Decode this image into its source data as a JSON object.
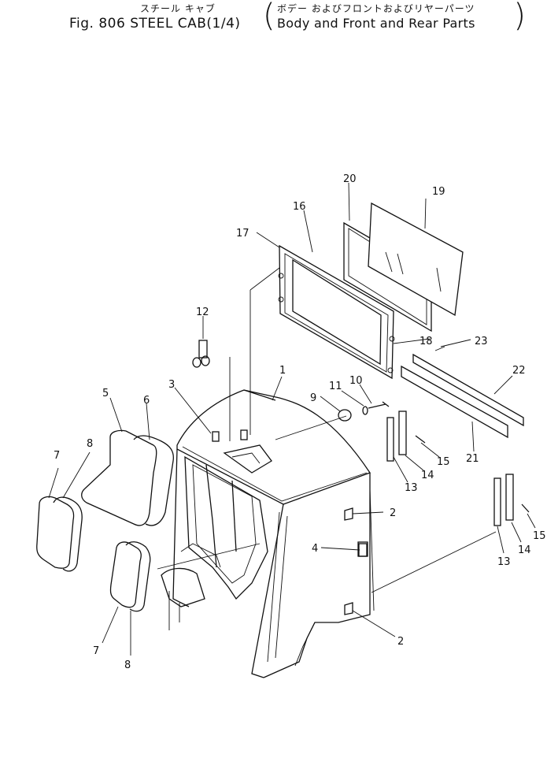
{
  "header": {
    "jp_title": "スチール キャブ",
    "fig_title": "Fig. 806 STEEL CAB(1/4)",
    "jp_subtitle": "ボデー およびフロントおよびリヤーパーツ",
    "en_subtitle": "Body and Front and Rear Parts",
    "paren_open": "(",
    "paren_close": ")"
  },
  "callouts": [
    "1",
    "2",
    "2",
    "3",
    "4",
    "5",
    "6",
    "7",
    "7",
    "8",
    "8",
    "9",
    "10",
    "11",
    "12",
    "13",
    "13",
    "14",
    "14",
    "15",
    "15",
    "16",
    "17",
    "18",
    "19",
    "20",
    "21",
    "22",
    "23"
  ]
}
